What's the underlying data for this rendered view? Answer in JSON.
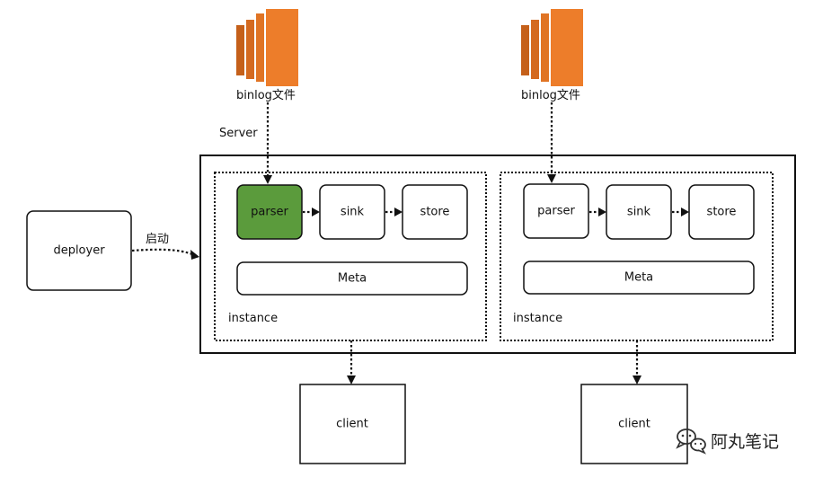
{
  "colors": {
    "aws_orange": "#ED7D2A",
    "aws_orange_dark": "#C5601A",
    "parser_active": "#5B9B3C"
  },
  "icons": {
    "binlog_left": "aws-ec2-icon",
    "binlog_right": "aws-ec2-icon",
    "watermark": "wechat-icon"
  },
  "labels": {
    "binlog_left": "binlog文件",
    "binlog_right": "binlog文件",
    "server": "Server",
    "start": "启动",
    "deployer": "deployer"
  },
  "instances": [
    {
      "label": "instance",
      "parser": "parser",
      "sink": "sink",
      "store": "store",
      "meta": "Meta",
      "client": "client",
      "parser_active": true
    },
    {
      "label": "instance",
      "parser": "parser",
      "sink": "sink",
      "store": "store",
      "meta": "Meta",
      "client": "client",
      "parser_active": false
    }
  ],
  "watermark": {
    "text": "阿丸笔记"
  }
}
